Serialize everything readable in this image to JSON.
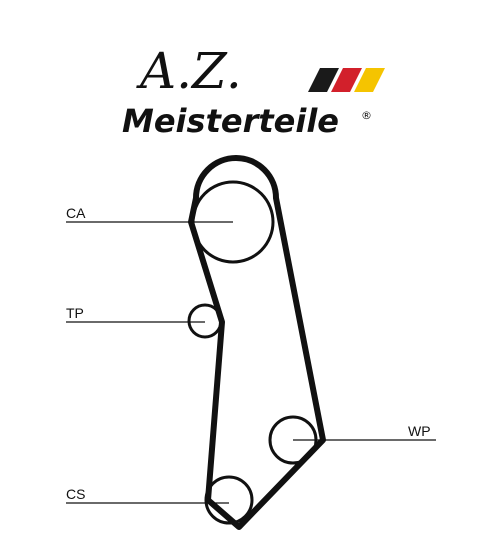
{
  "logo": {
    "initials": "A.Z.",
    "brand": "Meisterteile",
    "registered": "®",
    "flag_colors": [
      "#1a1a1a",
      "#d2202b",
      "#f5c400"
    ]
  },
  "diagram": {
    "labels": {
      "ca": "CA",
      "tp": "TP",
      "wp": "WP",
      "cs": "CS"
    },
    "line_color": "#111111"
  }
}
